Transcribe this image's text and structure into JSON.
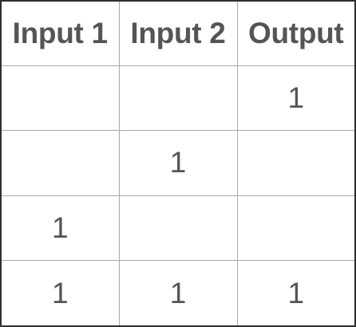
{
  "table": {
    "headers": [
      "Input 1",
      "Input 2",
      "Output"
    ],
    "rows": [
      [
        "",
        "",
        "1"
      ],
      [
        "",
        "1",
        ""
      ],
      [
        "1",
        "",
        ""
      ],
      [
        "1",
        "1",
        "1"
      ]
    ]
  }
}
